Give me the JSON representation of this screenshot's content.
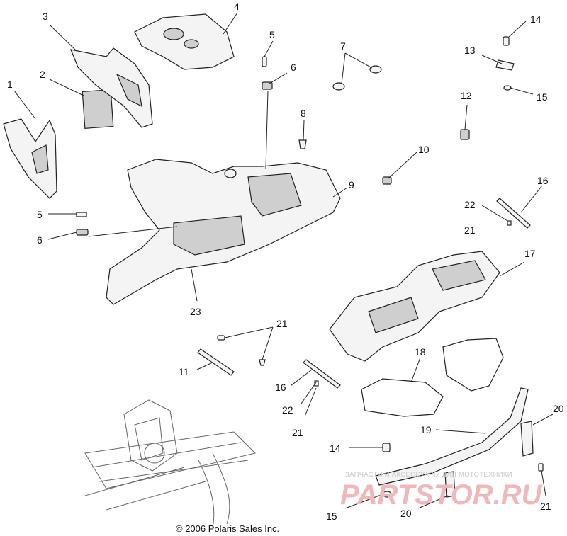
{
  "callouts": {
    "c1": "1",
    "c2": "2",
    "c3": "3",
    "c4": "4",
    "c5a": "5",
    "c5b": "5",
    "c6a": "6",
    "c6b": "6",
    "c7": "7",
    "c8": "8",
    "c9": "9",
    "c10": "10",
    "c11": "11",
    "c12": "12",
    "c13": "13",
    "c14a": "14",
    "c14b": "14",
    "c15a": "15",
    "c15b": "15",
    "c16a": "16",
    "c16b": "16",
    "c17": "17",
    "c18": "18",
    "c19": "19",
    "c20a": "20",
    "c20b": "20",
    "c21a": "21",
    "c21b": "21",
    "c21c": "21",
    "c21d": "21",
    "c22a": "22",
    "c22b": "22",
    "c23": "23"
  },
  "copyright": "© 2006 Polaris Sales Inc.",
  "watermark": {
    "small": "ЗАПЧАСТИ И АКСЕССУАРЫ ДЛЯ МОТОТЕХНИКИ",
    "big": "PARTSTOR.RU"
  }
}
